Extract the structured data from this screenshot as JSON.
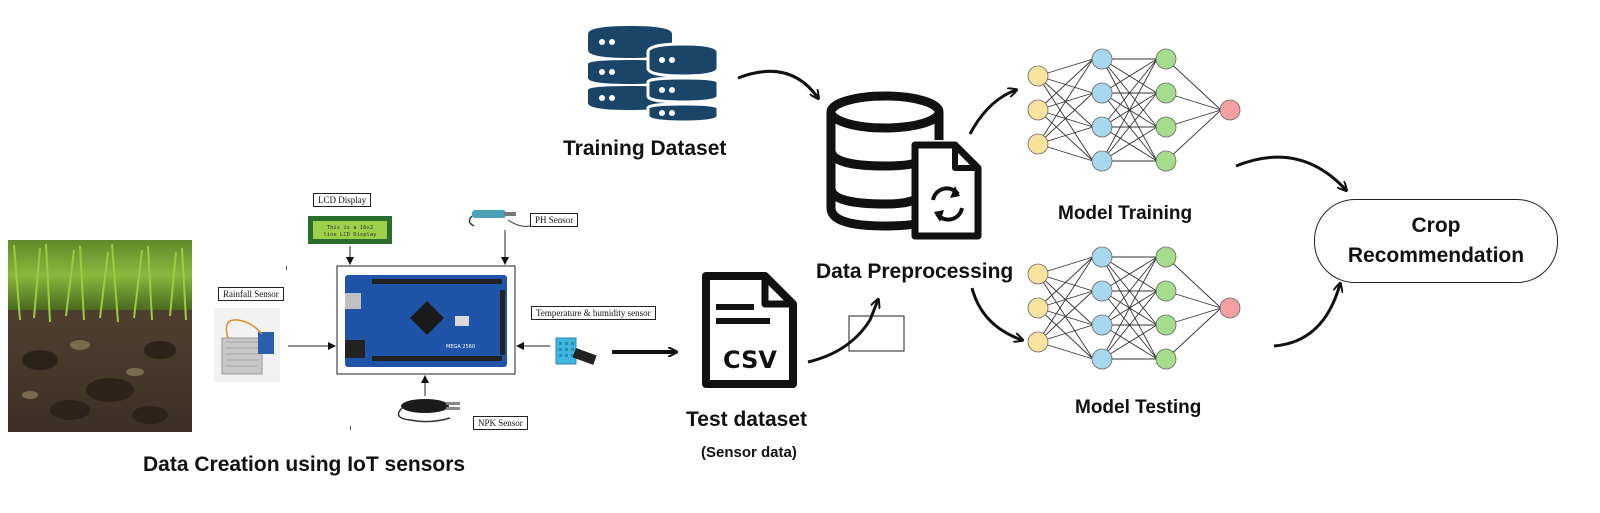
{
  "diagram": {
    "labels": {
      "training_dataset": "Training Dataset",
      "data_preprocessing": "Data Preprocessing",
      "model_training": "Model Training",
      "model_testing": "Model Testing",
      "crop_line1": "Crop",
      "crop_line2": "Recommendation",
      "test_dataset": "Test dataset",
      "sensor_data": "(Sensor data)",
      "csv": "CSV",
      "data_creation": "Data Creation using IoT sensors"
    },
    "sensor_labels": {
      "lcd": "LCD Display",
      "lcd_screen_line1": "This is a 16x2",
      "lcd_screen_line2": "line LCD Display",
      "ph": "PH Sensor",
      "rainfall": "Rainfall Sensor",
      "temperature": "Temperature & humidity sensor",
      "npk": "NPK Sensor",
      "board_text": "MEGA 2560"
    },
    "neural_network": {
      "layers": [
        3,
        4,
        4,
        1
      ],
      "layer_colors": [
        "#f9e29c",
        "#a8d8f0",
        "#a6dd8c",
        "#f4a0a0"
      ]
    },
    "colors": {
      "database_icon": "#1b4568",
      "arduino_board": "#1f54a8",
      "lcd_screen": "#9dd04a"
    }
  }
}
